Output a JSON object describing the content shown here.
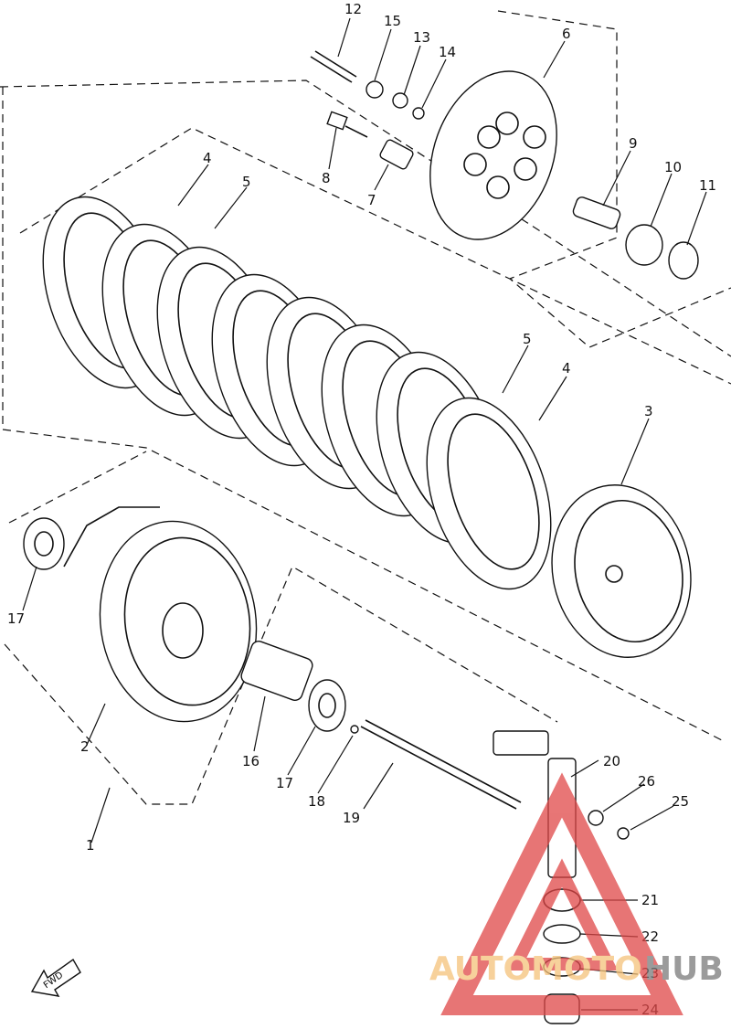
{
  "parts": {
    "p1": "1",
    "p2": "2",
    "p3": "3",
    "p4a": "4",
    "p4b": "4",
    "p5a": "5",
    "p5b": "5",
    "p6": "6",
    "p7": "7",
    "p8": "8",
    "p9": "9",
    "p10": "10",
    "p11": "11",
    "p12": "12",
    "p13": "13",
    "p14": "14",
    "p15": "15",
    "p16": "16",
    "p17a": "17",
    "p17b": "17",
    "p18": "18",
    "p19": "19",
    "p20": "20",
    "p21": "21",
    "p22": "22",
    "p23": "23",
    "p24": "24",
    "p25": "25",
    "p26": "26"
  },
  "direction_label": "FWD",
  "watermark": {
    "text_a": "AUTOMOTO",
    "text_b": "HUB",
    "color_a": "#f5c27a",
    "color_b": "#7a7a7a",
    "triangle_color": "#e04848"
  }
}
